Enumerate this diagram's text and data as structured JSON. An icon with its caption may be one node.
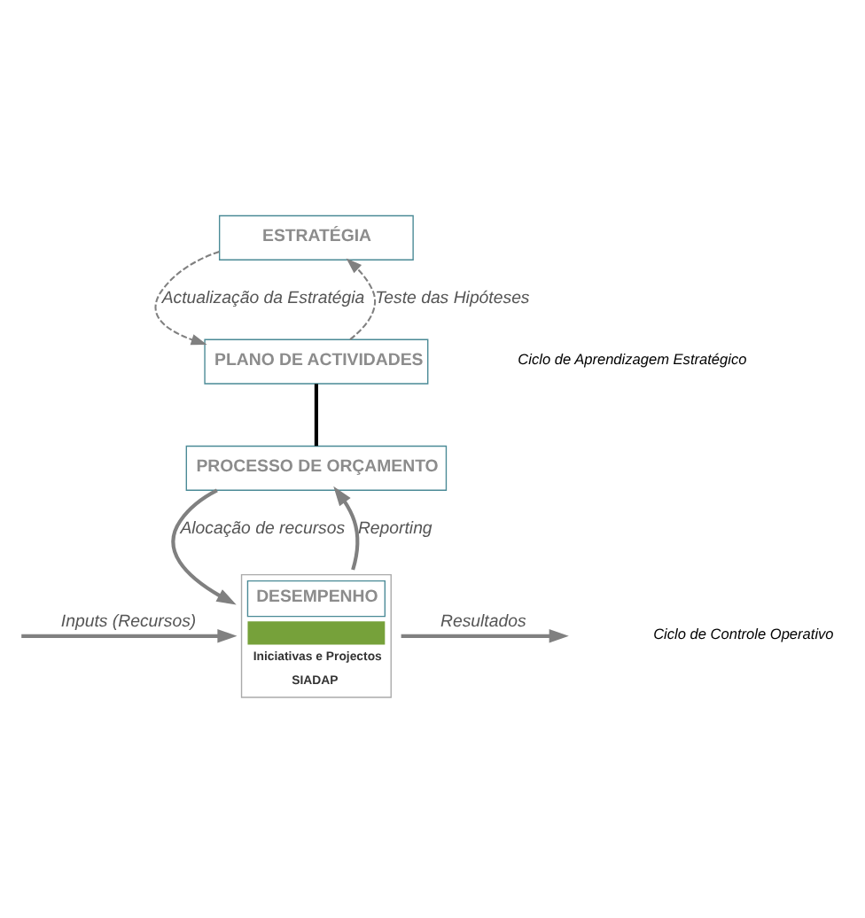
{
  "diagram": {
    "nodes": [
      {
        "text": [
          "ESTRATÉGIA"
        ]
      },
      {
        "text": [
          "PLANO DE ACTIVIDADES"
        ]
      },
      {
        "text": [
          "PROCESSO DE ORÇAMENTO"
        ]
      },
      {
        "text": [
          "DESEMPENHO",
          "Iniciativas e Projectos",
          "SIADAP"
        ]
      }
    ],
    "edges": [
      {
        "from": 0,
        "to": 1,
        "arrow": "to",
        "label": "Actualização da Estratégia",
        "style": "dashed"
      },
      {
        "from": 1,
        "to": 0,
        "arrow": "to",
        "label": "Teste das Hipóteses",
        "style": "dashed"
      },
      {
        "from": 1,
        "to": 2,
        "arrow": "none",
        "color": "#000000"
      },
      {
        "from": 2,
        "to": 3,
        "arrow": "to",
        "label": "Alocação de recursos"
      },
      {
        "from": 3,
        "to": 2,
        "arrow": "to",
        "label": "Reporting"
      },
      {
        "from": null,
        "to": 3,
        "arrow": "to",
        "label": "Inputs (Recursos)"
      },
      {
        "from": 3,
        "to": null,
        "arrow": "to",
        "label": "Resultados"
      }
    ],
    "labels": [
      "Ciclo de Aprendizagem Estratégico",
      "Ciclo de Controle Operativo"
    ]
  }
}
